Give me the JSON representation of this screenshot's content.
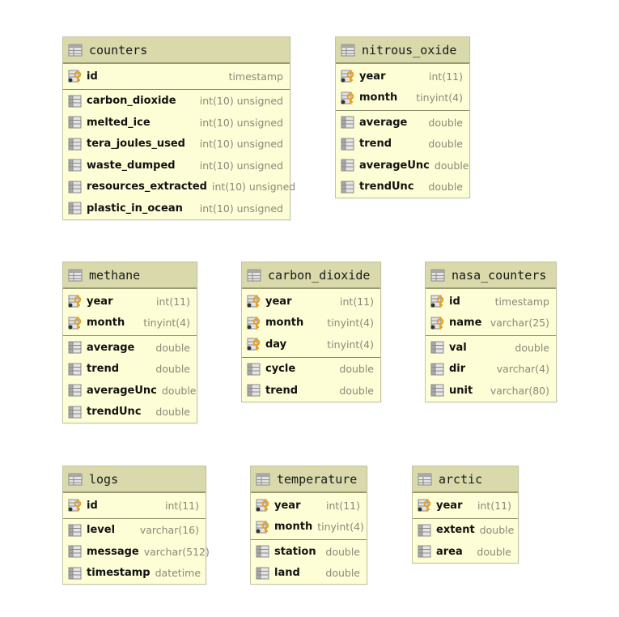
{
  "tables": [
    {
      "name": "counters",
      "keys": [
        {
          "name": "id",
          "type": "timestamp"
        }
      ],
      "columns": [
        {
          "name": "carbon_dioxide",
          "type": "int(10) unsigned"
        },
        {
          "name": "melted_ice",
          "type": "int(10) unsigned"
        },
        {
          "name": "tera_joules_used",
          "type": "int(10) unsigned"
        },
        {
          "name": "waste_dumped",
          "type": "int(10) unsigned"
        },
        {
          "name": "resources_extracted",
          "type": "int(10) unsigned"
        },
        {
          "name": "plastic_in_ocean",
          "type": "int(10) unsigned"
        }
      ]
    },
    {
      "name": "nitrous_oxide",
      "keys": [
        {
          "name": "year",
          "type": "int(11)"
        },
        {
          "name": "month",
          "type": "tinyint(4)"
        }
      ],
      "columns": [
        {
          "name": "average",
          "type": "double"
        },
        {
          "name": "trend",
          "type": "double"
        },
        {
          "name": "averageUnc",
          "type": "double"
        },
        {
          "name": "trendUnc",
          "type": "double"
        }
      ]
    },
    {
      "name": "methane",
      "keys": [
        {
          "name": "year",
          "type": "int(11)"
        },
        {
          "name": "month",
          "type": "tinyint(4)"
        }
      ],
      "columns": [
        {
          "name": "average",
          "type": "double"
        },
        {
          "name": "trend",
          "type": "double"
        },
        {
          "name": "averageUnc",
          "type": "double"
        },
        {
          "name": "trendUnc",
          "type": "double"
        }
      ]
    },
    {
      "name": "carbon_dioxide",
      "keys": [
        {
          "name": "year",
          "type": "int(11)"
        },
        {
          "name": "month",
          "type": "tinyint(4)"
        },
        {
          "name": "day",
          "type": "tinyint(4)"
        }
      ],
      "columns": [
        {
          "name": "cycle",
          "type": "double"
        },
        {
          "name": "trend",
          "type": "double"
        }
      ]
    },
    {
      "name": "nasa_counters",
      "keys": [
        {
          "name": "id",
          "type": "timestamp"
        },
        {
          "name": "name",
          "type": "varchar(25)"
        }
      ],
      "columns": [
        {
          "name": "val",
          "type": "double"
        },
        {
          "name": "dir",
          "type": "varchar(4)"
        },
        {
          "name": "unit",
          "type": "varchar(80)"
        }
      ]
    },
    {
      "name": "logs",
      "keys": [
        {
          "name": "id",
          "type": "int(11)"
        }
      ],
      "columns": [
        {
          "name": "level",
          "type": "varchar(16)"
        },
        {
          "name": "message",
          "type": "varchar(512)"
        },
        {
          "name": "timestamp",
          "type": "datetime"
        }
      ]
    },
    {
      "name": "temperature",
      "keys": [
        {
          "name": "year",
          "type": "int(11)"
        },
        {
          "name": "month",
          "type": "tinyint(4)"
        }
      ],
      "columns": [
        {
          "name": "station",
          "type": "double"
        },
        {
          "name": "land",
          "type": "double"
        }
      ]
    },
    {
      "name": "arctic",
      "keys": [
        {
          "name": "year",
          "type": "int(11)"
        }
      ],
      "columns": [
        {
          "name": "extent",
          "type": "double"
        },
        {
          "name": "area",
          "type": "double"
        }
      ]
    }
  ],
  "colors": {
    "header_bg": "#d9d9ab",
    "body_bg": "#fdfdd6",
    "key_icon": "#e8a020",
    "type_text": "#8a8a7a"
  }
}
